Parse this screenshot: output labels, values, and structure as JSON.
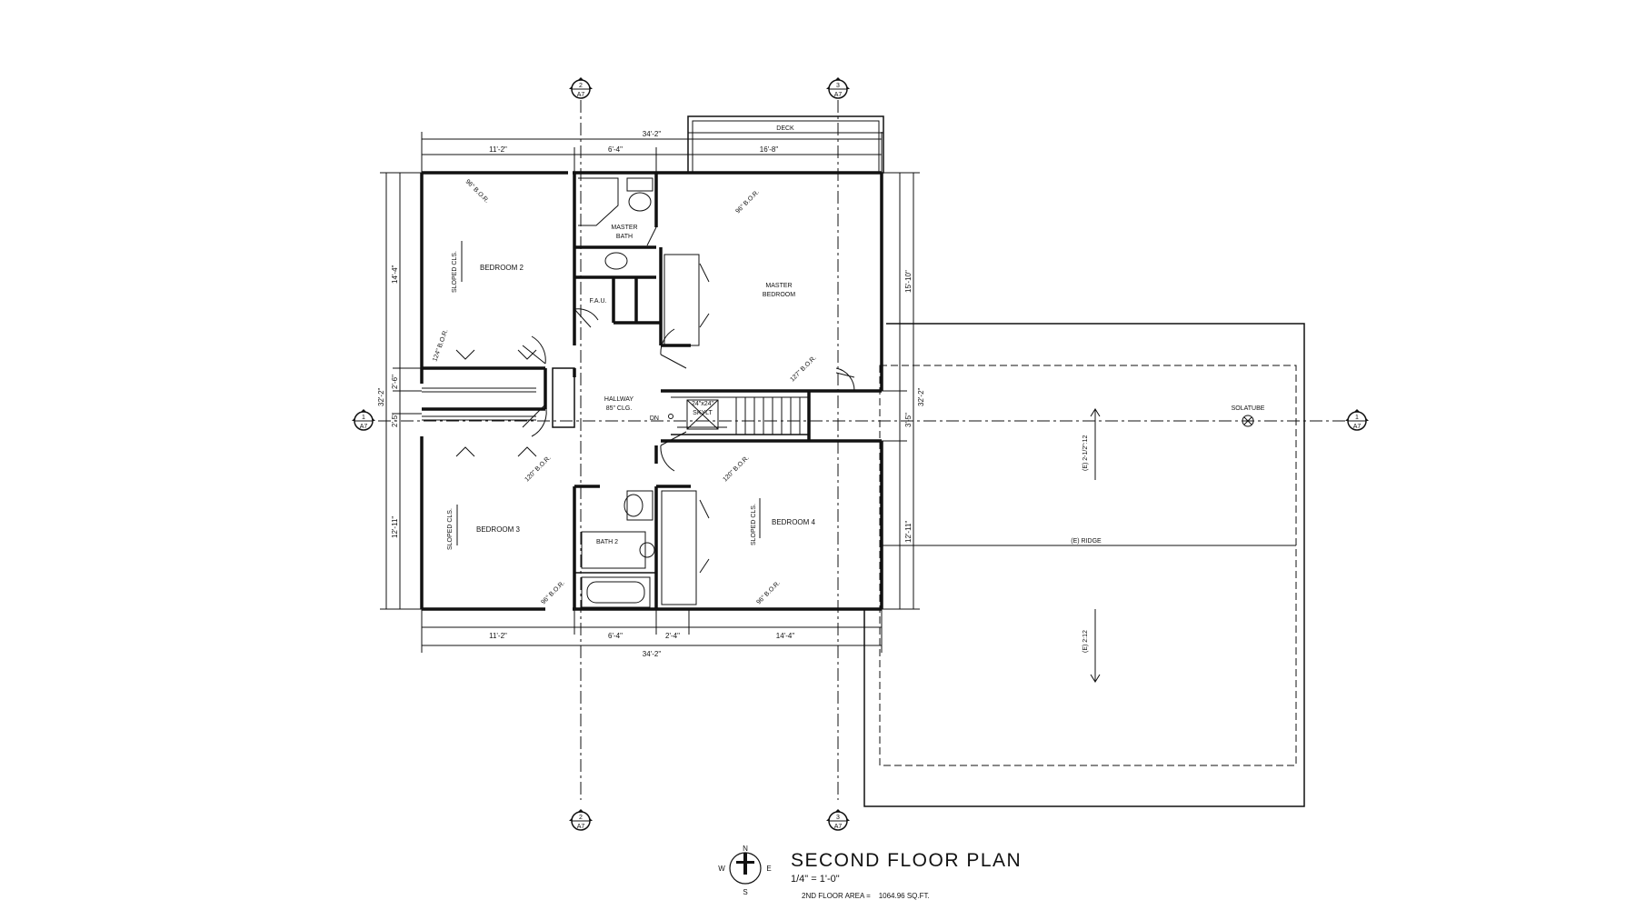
{
  "drawing": {
    "title": "SECOND FLOOR PLAN",
    "scale": "1/4\" = 1'-0\"",
    "area_label": "2ND FLOOR AREA =",
    "area_value": "1064.96 SQ.FT."
  },
  "compass": {
    "n": "N",
    "s": "S",
    "e": "E",
    "w": "W"
  },
  "section_markers": [
    {
      "number": "2",
      "sheet": "A7"
    },
    {
      "number": "3",
      "sheet": "A7"
    },
    {
      "number": "1",
      "sheet": "A7"
    },
    {
      "number": "1",
      "sheet": "A7"
    },
    {
      "number": "2",
      "sheet": "A7"
    },
    {
      "number": "3",
      "sheet": "A7"
    }
  ],
  "rooms": {
    "bedroom2": "BEDROOM 2",
    "bedroom3": "BEDROOM 3",
    "bedroom4": "BEDROOM 4",
    "master_bath_1": "MASTER",
    "master_bath_2": "BATH",
    "master_bedroom_1": "MASTER",
    "master_bedroom_2": "BEDROOM",
    "fau": "F.A.U.",
    "hallway_1": "HALLWAY",
    "hallway_2": "85\" CLG.",
    "bath2": "BATH 2",
    "deck": "DECK"
  },
  "notes": {
    "sloped_cls_1": "SLOPED CLS.",
    "sloped_cls_2": "SLOPED CLS.",
    "sloped_cls_3": "SLOPED CLS.",
    "bor_1": "96\" B.O.R.",
    "bor_2": "96\" B.O.R.",
    "bor_3": "124\" B.O.R.",
    "bor_4": "127\" B.O.R.",
    "bor_5": "120\" B.O.R.",
    "bor_6": "120\" B.O.R.",
    "bor_7": "96\" B.O.R.",
    "bor_8": "96\" B.O.R.",
    "skylight_1": "24\"x24\"",
    "skylight_2": "SKYLT",
    "dn": "DN",
    "solatube": "SOLATUBE",
    "ridge": "(E) RIDGE",
    "slope_upper": "(E) 2-1/2\":12",
    "slope_lower": "(E) 2:12"
  },
  "dimensions": {
    "top_overall": "34'-2\"",
    "top_1": "11'-2\"",
    "top_2": "6'-4\"",
    "top_3": "16'-8\"",
    "bottom_1": "11'-2\"",
    "bottom_2": "6'-4\"",
    "bottom_3": "2'-4\"",
    "bottom_4": "14'-4\"",
    "bottom_overall": "34'-2\"",
    "left_1": "14'-4\"",
    "left_2": "2'-6\"",
    "left_3": "2'-5\"",
    "left_4": "12'-11\"",
    "left_overall": "32'-2\"",
    "right_1": "15'-10\"",
    "right_2": "3'-5\"",
    "right_3": "12'-11\"",
    "right_overall": "32'-2\""
  }
}
